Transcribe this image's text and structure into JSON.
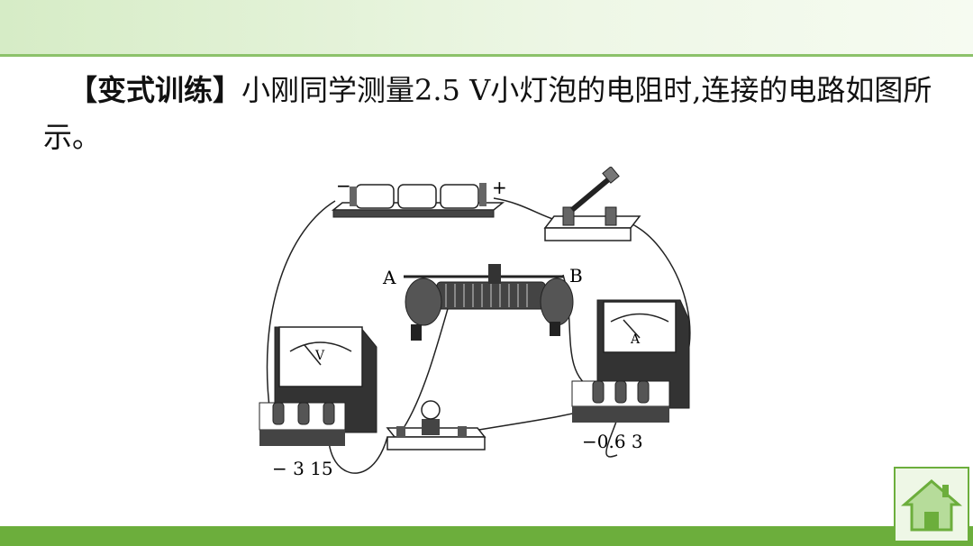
{
  "question": {
    "tag": "【变式训练】",
    "text": "小刚同学测量2.5 V小灯泡的电阻时,连接的电路如图所示。"
  },
  "figure": {
    "battery_minus": "−",
    "battery_plus": "+",
    "rheostat_a": "A",
    "rheostat_b": "B",
    "voltmeter_symbol": "V",
    "ammeter_symbol": "A",
    "voltmeter_terminals": "− 3 15",
    "ammeter_terminals": "−0.6 3"
  },
  "colors": {
    "accent_green": "#6cae3c",
    "top_band": "#d6ecc6"
  },
  "nav": {
    "home_icon": "home-icon"
  }
}
